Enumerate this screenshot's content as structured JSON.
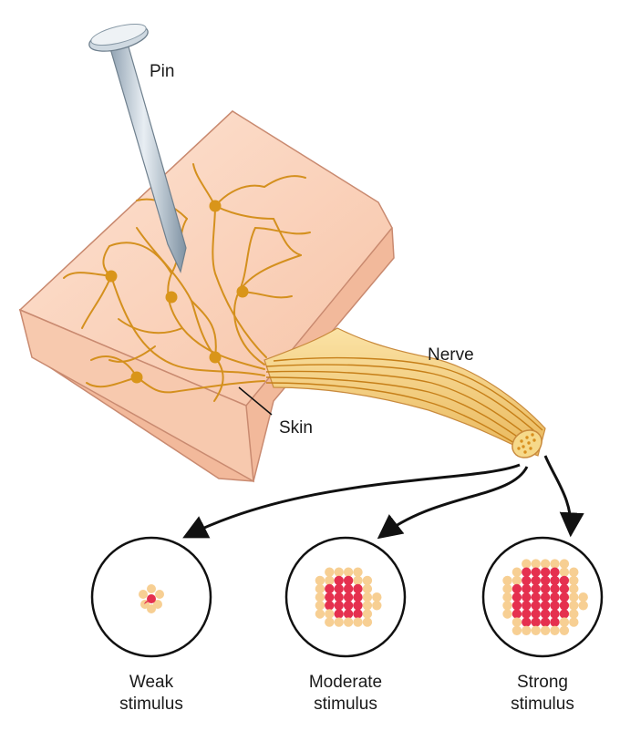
{
  "labels": {
    "pin": "Pin",
    "nerve": "Nerve",
    "skin": "Skin"
  },
  "captions": [
    {
      "line1": "Weak",
      "line2": "stimulus"
    },
    {
      "line1": "Moderate",
      "line2": "stimulus"
    },
    {
      "line1": "Strong",
      "line2": "stimulus"
    }
  ],
  "colors": {
    "skin_face": "#fbd3bc",
    "skin_edge": "#c9826a",
    "nerve_fiber": "#d4901e",
    "nerve_light": "#f6d98a",
    "receptor": "#d9951a",
    "fiber_inactive": "#f7cf93",
    "fiber_active": "#e5304f",
    "pin_metal": "#b9c6d2"
  }
}
